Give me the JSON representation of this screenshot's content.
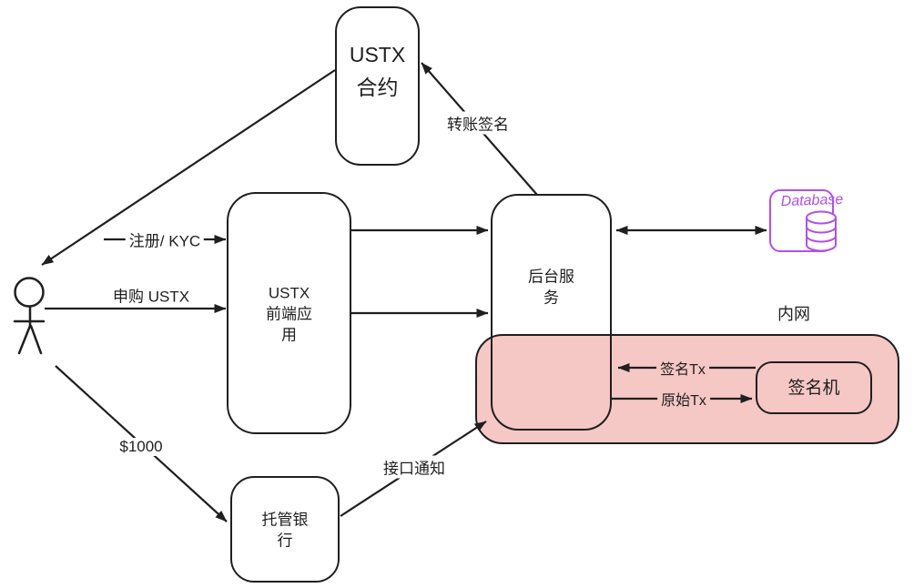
{
  "diagram": {
    "background": "#ffffff",
    "colors": {
      "line": "#1f1f1f",
      "intranet_fill": "#f5c7c5",
      "database_accent": "#b44fe9"
    },
    "nodes": {
      "contract": {
        "label": "USTX\n合约"
      },
      "frontend": {
        "label": "USTX\n前端应用"
      },
      "backend": {
        "label": "后台服务"
      },
      "custodian": {
        "label": "托管银行"
      },
      "signer": {
        "label": "签名机"
      },
      "database": {
        "label": "Database"
      },
      "user": {
        "label": ""
      }
    },
    "regions": {
      "intranet": {
        "label": "内网"
      }
    },
    "edges": {
      "contract_to_user": {
        "from": "contract",
        "to": "user",
        "label": ""
      },
      "register": {
        "from": "user",
        "to": "frontend",
        "label": "注册/ KYC"
      },
      "subscribe": {
        "from": "user",
        "to": "frontend",
        "label": "申购 USTX"
      },
      "deposit": {
        "from": "user",
        "to": "custodian",
        "label": "$1000"
      },
      "api_notify": {
        "from": "custodian",
        "to": "backend",
        "label": "接口通知"
      },
      "frontend_backend_top": {
        "from": "frontend",
        "to": "backend",
        "label": ""
      },
      "frontend_backend_bottom": {
        "from": "frontend",
        "to": "backend",
        "label": ""
      },
      "backend_database": {
        "from": "backend",
        "to": "database",
        "label": "",
        "bidirectional": true
      },
      "transfer_sign": {
        "from": "backend",
        "to": "contract",
        "label": "转账签名"
      },
      "signed_tx": {
        "from": "signer",
        "to": "backend",
        "label": "签名Tx"
      },
      "raw_tx": {
        "from": "backend",
        "to": "signer",
        "label": "原始Tx"
      }
    }
  }
}
